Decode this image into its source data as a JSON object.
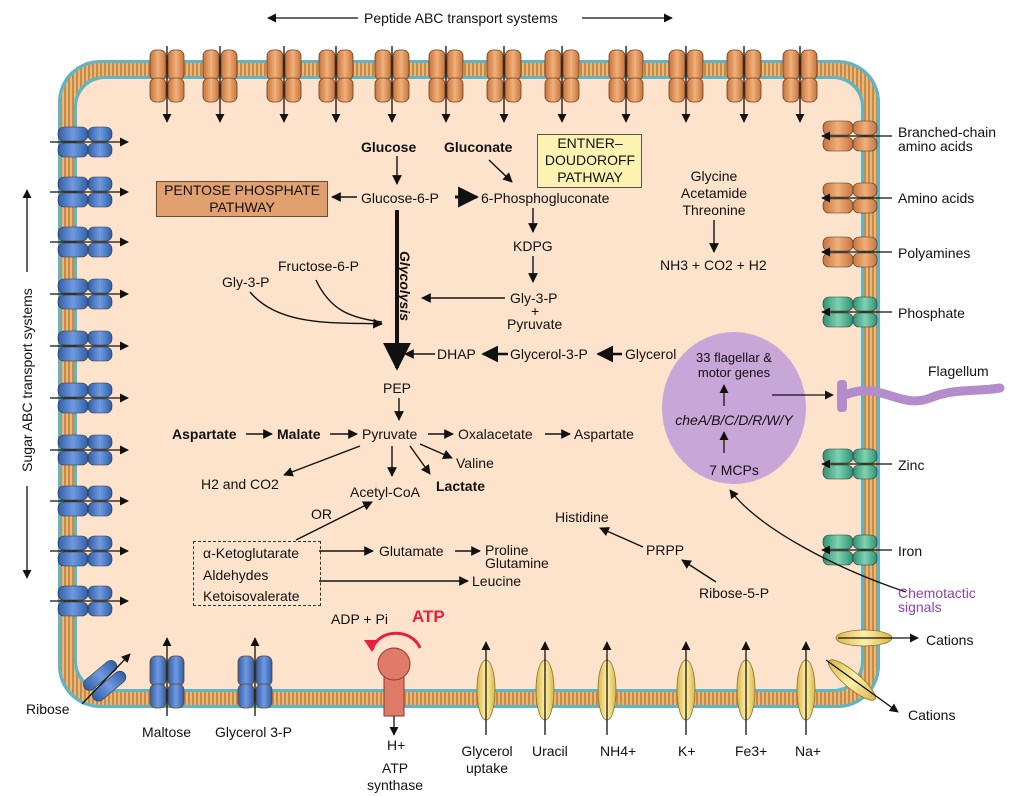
{
  "colors": {
    "cytoplasm": "#fde3cc",
    "membrane": "#e0aa66",
    "membrane_edge": "#5fb4c6",
    "chemotaxis": "#c9a6d8",
    "chemotactic_text": "#8e44ad",
    "atp": "#e8203c",
    "atp_synthase": "#e07a68",
    "pentose_box": "#e0a070",
    "ed_box": "#fdf3b0",
    "abc_orange": "#e39a5e",
    "abc_blue": "#4a78c4",
    "abc_teal": "#4bb08e",
    "uptake": "#f3d87a"
  },
  "top_label": "Peptide ABC transport systems",
  "left_label": "Sugar ABC transport systems",
  "pathways": {
    "pentose_1": "PENTOSE PHOSPHATE",
    "pentose_2": "PATHWAY",
    "ed_1": "ENTNER–",
    "ed_2": "DOUDOROFF",
    "ed_3": "PATHWAY"
  },
  "metabolism": {
    "glucose": "Glucose",
    "gluconate": "Gluconate",
    "glucose6p": "Glucose-6-P",
    "phosphogluconate": "6-Phosphogluconate",
    "kdpg": "KDPG",
    "gly3p_right": "Gly-3-P",
    "plus": "+",
    "pyruvate_right": "Pyruvate",
    "glycolysis": "Glycolysis",
    "fructose6p": "Fructose-6-P",
    "gly3p_left": "Gly-3-P",
    "dhap": "DHAP",
    "glycerol3p": "Glycerol-3-P",
    "glycerol": "Glycerol",
    "pep": "PEP",
    "aspartate_left": "Aspartate",
    "malate": "Malate",
    "pyruvate": "Pyruvate",
    "oxalacetate": "Oxalacetate",
    "aspartate_right": "Aspartate",
    "valine": "Valine",
    "lactate": "Lactate",
    "acetylcoa": "Acetyl-CoA",
    "h2co2": "H2 and CO2",
    "or": "OR",
    "ketoglutarate": "α-Ketoglutarate",
    "aldehydes": "Aldehydes",
    "ketoisovalerate": "Ketoisovalerate",
    "glutamate": "Glutamate",
    "proline": "Proline",
    "glutamine": "Glutamine",
    "leucine": "Leucine",
    "histidine": "Histidine",
    "prpp": "PRPP",
    "ribose5p": "Ribose-5-P",
    "glycine": "Glycine",
    "acetamide": "Acetamide",
    "threonine": "Threonine",
    "nh3_products": "NH3 + CO2 + H2",
    "adp": "ADP + Pi",
    "atp": "ATP"
  },
  "chemotaxis": {
    "genes_1": "33 flagellar &",
    "genes_2": "motor genes",
    "che": "cheA/B/C/D/R/W/Y",
    "mcps": "7 MCPs",
    "signals_1": "Chemotactic",
    "signals_2": "signals",
    "flagellum": "Flagellum"
  },
  "right_labels": {
    "bcaa_1": "Branched-chain",
    "bcaa_2": "amino acids",
    "amino_acids": "Amino acids",
    "polyamines": "Polyamines",
    "phosphate": "Phosphate",
    "zinc": "Zinc",
    "iron": "Iron",
    "cations_1": "Cations",
    "cations_2": "Cations"
  },
  "bottom_labels": {
    "ribose": "Ribose",
    "maltose": "Maltose",
    "glycerol3p": "Glycerol 3-P",
    "h_plus": "H+",
    "atp_synthase_1": "ATP",
    "atp_synthase_2": "synthase",
    "glycerol_uptake_1": "Glycerol",
    "glycerol_uptake_2": "uptake",
    "uracil": "Uracil",
    "nh4": "NH4+",
    "k": "K+",
    "fe": "Fe3+",
    "na": "Na+"
  }
}
